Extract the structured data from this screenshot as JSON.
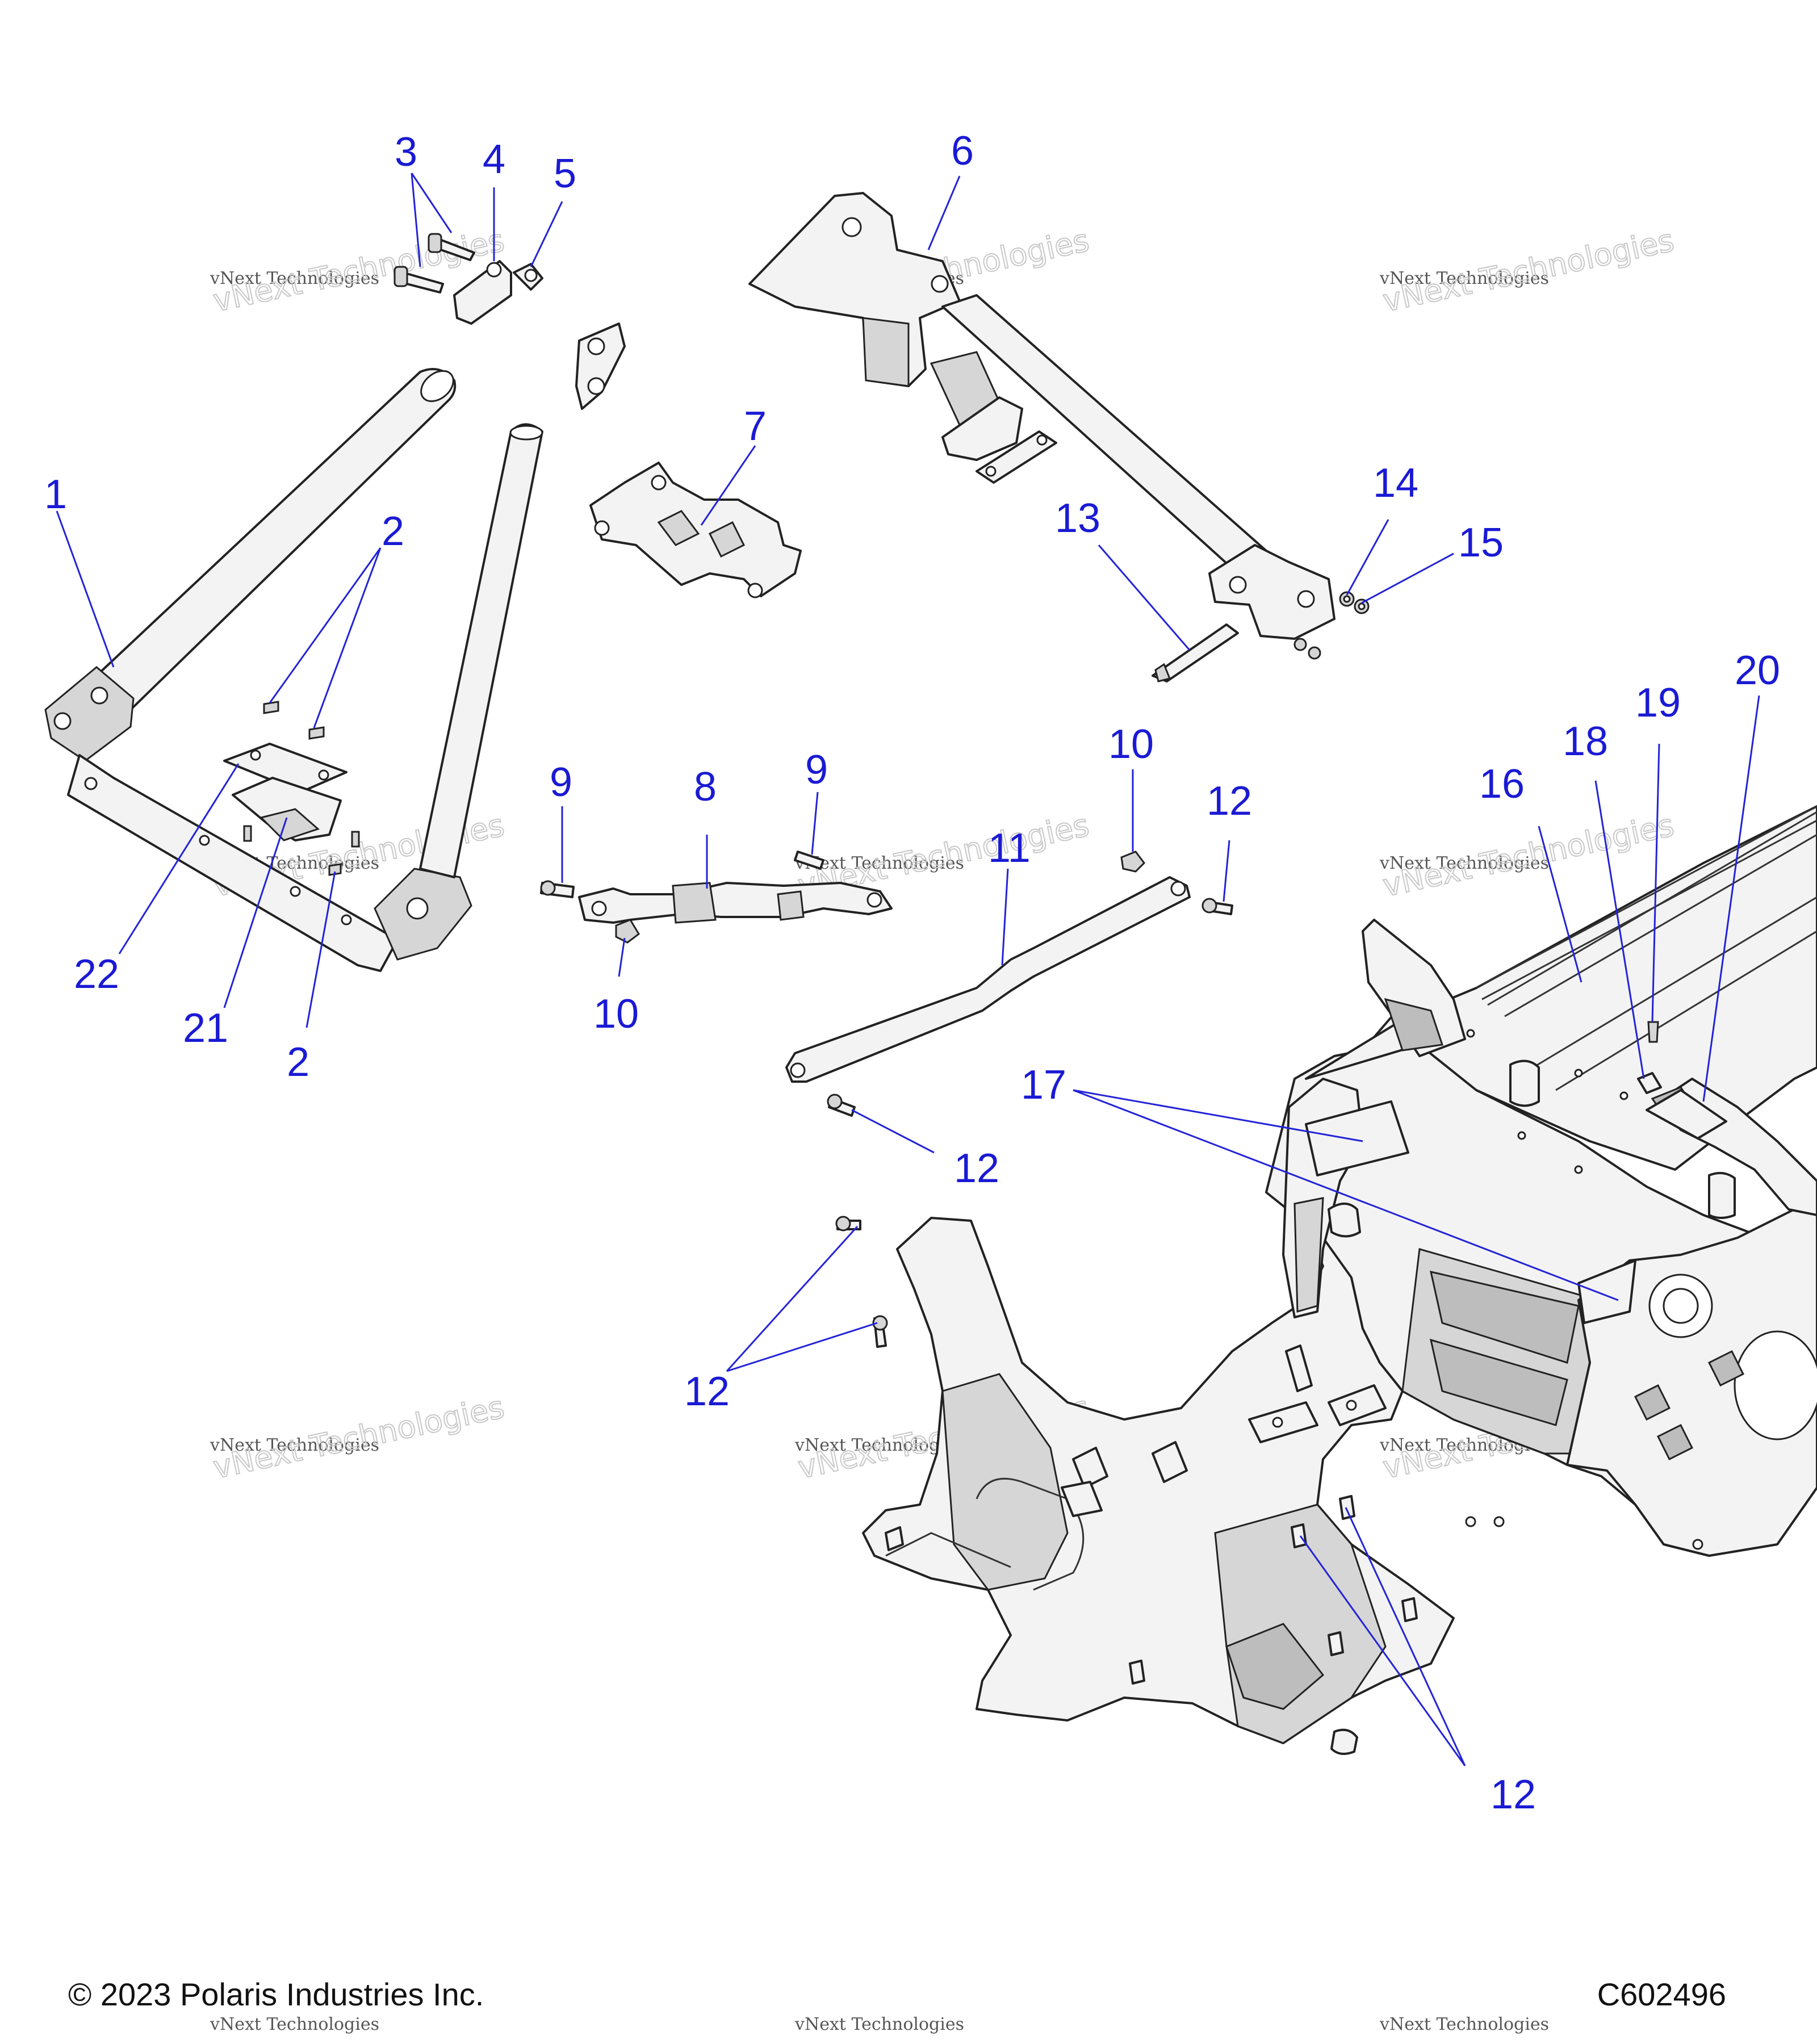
{
  "footer": {
    "copyright": "© 2023 Polaris Industries Inc.",
    "diagram_code": "C602496"
  },
  "watermark": {
    "line1": "vNext Technologies",
    "line2": "vNext Technologies"
  },
  "callouts": {
    "c1": "1",
    "c2a": "2",
    "c2b": "2",
    "c3": "3",
    "c4": "4",
    "c5": "5",
    "c6": "6",
    "c7": "7",
    "c8": "8",
    "c9a": "9",
    "c9b": "9",
    "c10a": "10",
    "c10b": "10",
    "c11": "11",
    "c12a": "12",
    "c12b": "12",
    "c12c": "12",
    "c12d": "12",
    "c13": "13",
    "c14": "14",
    "c15": "15",
    "c16": "16",
    "c17": "17",
    "c18": "18",
    "c19": "19",
    "c20": "20",
    "c21": "21",
    "c22": "22"
  },
  "colors": {
    "callout": "#1a1ad4",
    "line_art": "#222222",
    "background": "#ffffff"
  }
}
